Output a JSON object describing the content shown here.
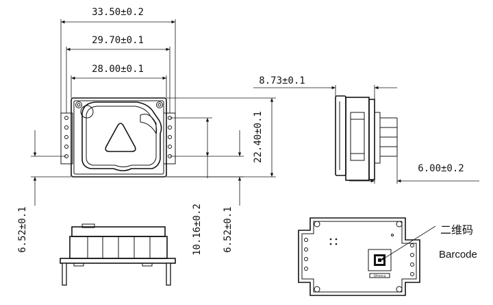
{
  "dimensions": {
    "overall_width": "33.50±0.2",
    "pin_pitch_width": "29.70±0.1",
    "body_width": "28.00±0.1",
    "side_depth": "8.73±0.1",
    "body_height": "22.40±0.1",
    "pin_length": "6.00±0.2",
    "left_offset": "6.52±0.1",
    "pin_span": "10.16±0.2",
    "right_offset": "6.52±0.1"
  },
  "annotations": {
    "qr_chinese": "二维码",
    "qr_english": "Barcode"
  }
}
